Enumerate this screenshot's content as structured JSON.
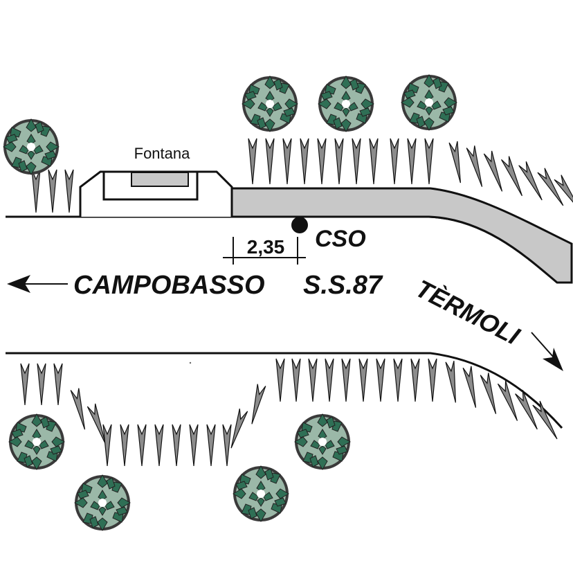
{
  "labels": {
    "fountain": "Fontana",
    "measure": "2,35",
    "point": "CSO",
    "west_town": "CAMPOBASSO",
    "road": "S.S.87",
    "east_town": "TÈRMOLI"
  },
  "colors": {
    "line": "#111111",
    "sidewalk_fill": "#c8c8c8",
    "grass_fill": "#8c8c8c",
    "tree_leaf": "#2f6f55",
    "tree_dark": "#3a3a3a",
    "tree_light": "#9bb8a8"
  },
  "icons": {
    "tree": "tree-icon",
    "grass": "grass-icon",
    "arrow_west": "arrow-left-icon",
    "arrow_east": "arrow-down-right-icon",
    "marker": "point-marker-icon"
  }
}
